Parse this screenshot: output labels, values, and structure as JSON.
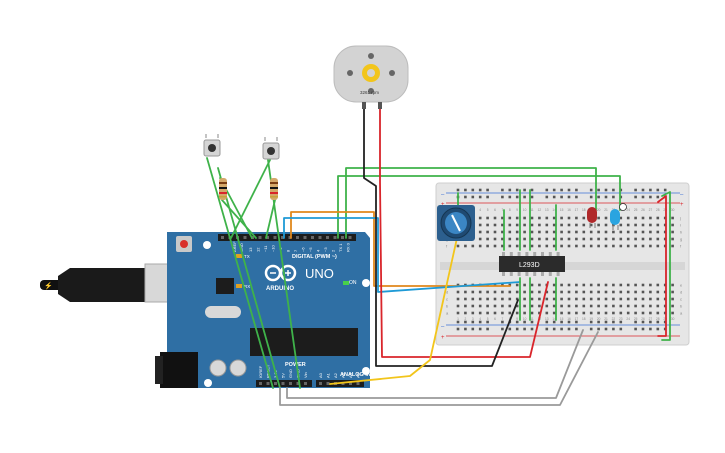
{
  "motor": {
    "rpm_label": "3261 rpm"
  },
  "arduino": {
    "digital_label": "DIGITAL (PWM ~)",
    "model": "UNO",
    "brand": "ARDUINO",
    "analog_label": "ANALOG IN",
    "power_label": "POWER",
    "on_label": "ON",
    "tx_label": "TX",
    "rx_label": "RX",
    "aref_label": "AREF",
    "gnd_label": "GND",
    "power_pins": [
      "IOREF",
      "RESET",
      "3.3V",
      "5V",
      "GND",
      "GND",
      "Vin"
    ],
    "analog_pins": [
      "A0",
      "A1",
      "A2",
      "A3",
      "A4",
      "A5"
    ],
    "digital_pins": [
      "13",
      "12",
      "~11",
      "~10",
      "~9",
      "8",
      "7",
      "~6",
      "~5",
      "4",
      "~3",
      "2",
      "TX 1",
      "RX 0"
    ]
  },
  "ic": {
    "label": "L293D"
  },
  "breadboard": {
    "row_letters_top": [
      "j",
      "i",
      "h",
      "g",
      "f"
    ],
    "row_letters_bottom": [
      "e",
      "d",
      "c",
      "b",
      "a"
    ],
    "column_numbers": [
      "1",
      "2",
      "3",
      "4",
      "5",
      "6",
      "7",
      "8",
      "9",
      "10",
      "11",
      "12",
      "13",
      "14",
      "15",
      "16",
      "17",
      "18",
      "19",
      "20",
      "21",
      "22",
      "23",
      "24",
      "25",
      "26",
      "27",
      "28",
      "29",
      "30"
    ]
  },
  "colors": {
    "board_blue": "#2f6fa4",
    "wire_green": "#3fb24a",
    "wire_red": "#d9252b",
    "wire_black": "#222222",
    "wire_yellow": "#f2c51b",
    "wire_orange": "#e0881c",
    "wire_blue": "#1e9ad6",
    "wire_gray": "#9a9a9a"
  }
}
